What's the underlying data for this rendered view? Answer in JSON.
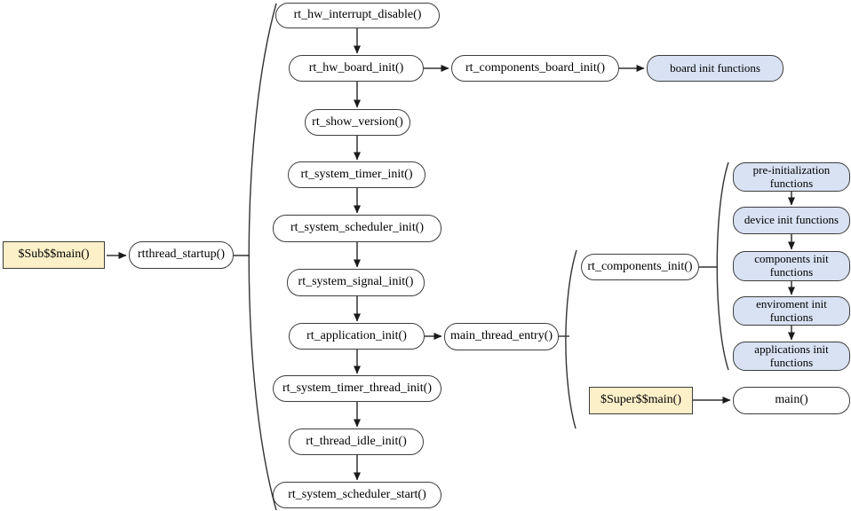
{
  "colors": {
    "node_fill": "#FFFFFF",
    "highlight_fill": "#FCF0C8",
    "group_fill": "#D9E2F3",
    "border": "#3D3D3D",
    "wire": "#333333"
  },
  "entry": {
    "sub_main": "$Sub$$main()",
    "startup": "rtthread_startup()"
  },
  "startup_chain": [
    "rt_hw_interrupt_disable()",
    "rt_hw_board_init()",
    "rt_show_version()",
    "rt_system_timer_init()",
    "rt_system_scheduler_init()",
    "rt_system_signal_init()",
    "rt_application_init()",
    "rt_system_timer_thread_init()",
    "rt_thread_idle_init()",
    "rt_system_scheduler_start()"
  ],
  "board": {
    "components_board_init": "rt_components_board_init()",
    "board_init_functions": "board init functions"
  },
  "main_thread": {
    "entry": "main_thread_entry()",
    "components_init": "rt_components_init()",
    "super_main": "$Super$$main()",
    "main": "main()"
  },
  "init_groups": [
    "pre-initialization functions",
    "device init functions",
    "components init functions",
    "enviroment init functions",
    "applications init functions"
  ]
}
